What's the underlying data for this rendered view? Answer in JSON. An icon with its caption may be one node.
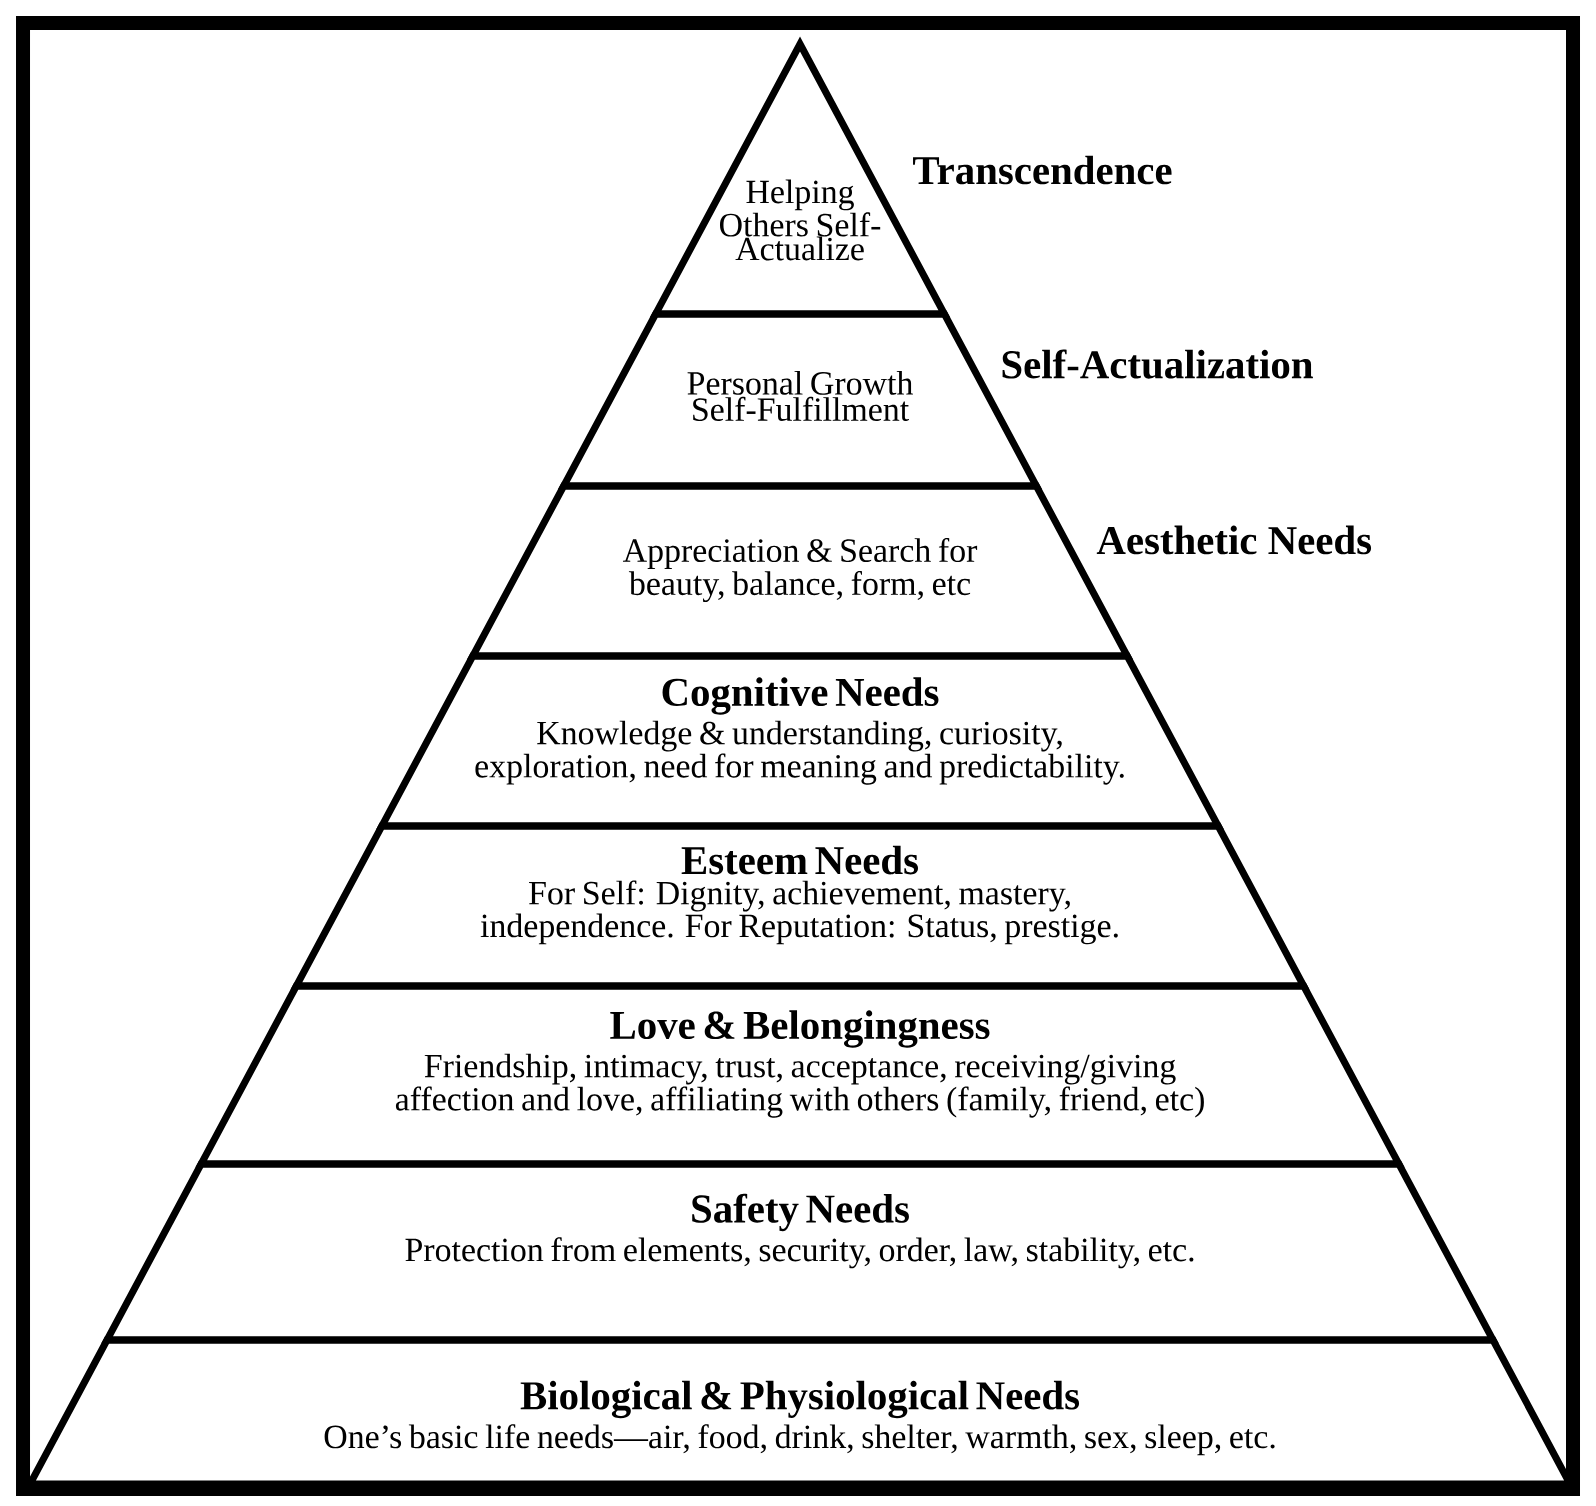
{
  "diagram": {
    "nodes": [
      {
        "text": [
          "Transcendence",
          "Helping Others Self-Actualize"
        ]
      },
      {
        "text": [
          "Self-Actualization",
          "Personal Growth Self-Fulfillment"
        ]
      },
      {
        "text": [
          "Aesthetic Needs",
          "Appreciation & Search for beauty, balance, form, etc"
        ]
      },
      {
        "text": [
          "Cognitive Needs",
          "Knowledge & understanding, curiosity, exploration, need for meaning and predictability."
        ]
      },
      {
        "text": [
          "Esteem Needs",
          "For Self: Dignity, achievement, mastery, independence. For Reputation: Status, prestige."
        ]
      },
      {
        "text": [
          "Love & Belongingness",
          "Friendship, intimacy, trust, acceptance, receiving/giving affection and love, affiliating with others (family, friend, etc)"
        ]
      },
      {
        "text": [
          "Safety Needs",
          "Protection from elements, security, order, law, stability, etc."
        ]
      },
      {
        "text": [
          "Biological & Physiological Needs",
          "One’s basic life needs—air, food, drink, shelter, warmth, sex, sleep, etc."
        ]
      }
    ]
  }
}
